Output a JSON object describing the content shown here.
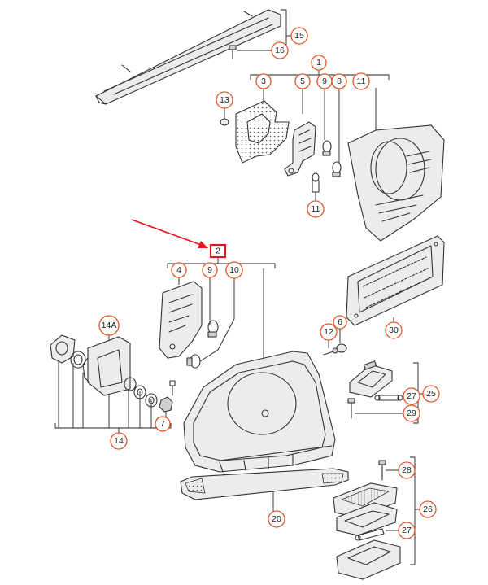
{
  "diagram": {
    "highlight_color": "#e8141e",
    "callout_color": "#e0572b",
    "callouts": {
      "c15": "15",
      "c16": "16",
      "c1": "1",
      "c3": "3",
      "c5": "5",
      "c9a": "9",
      "c8": "8",
      "c11a": "11",
      "c13": "13",
      "c11b": "11",
      "c2": "2",
      "c4": "4",
      "c9b": "9",
      "c10": "10",
      "c14a": "14A",
      "c30": "30",
      "c6": "6",
      "c12": "12",
      "c25": "25",
      "c27a": "27",
      "c29": "29",
      "c7": "7",
      "c14": "14",
      "c28": "28",
      "c26": "26",
      "c20": "20",
      "c27b": "27"
    }
  }
}
